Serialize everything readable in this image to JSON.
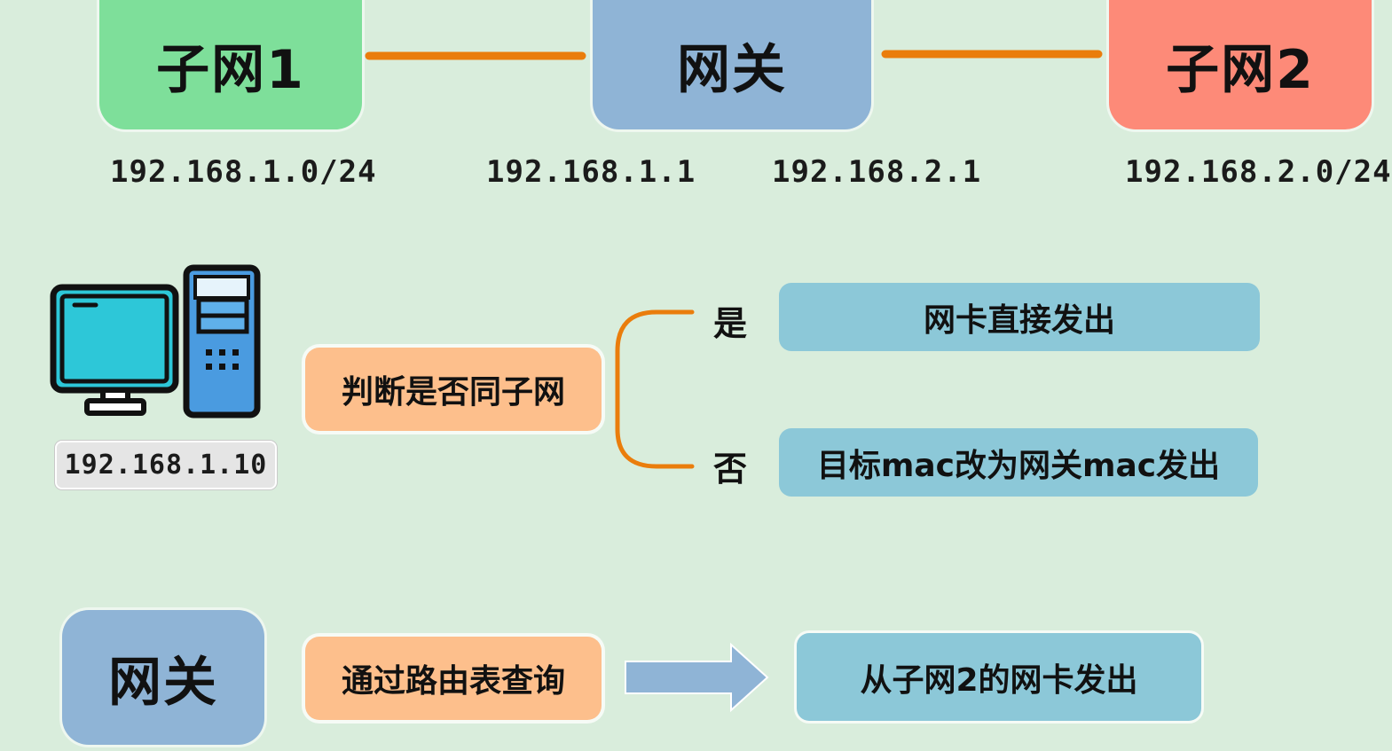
{
  "topology": {
    "subnet1": {
      "label": "子网1",
      "ip": "192.168.1.0/24",
      "color": "#7edf9a"
    },
    "gateway": {
      "label": "网关",
      "ip_left": "192.168.1.1",
      "ip_right": "192.168.2.1",
      "color": "#8fb4d6"
    },
    "subnet2": {
      "label": "子网2",
      "ip": "192.168.2.0/24",
      "color": "#fd8a78"
    },
    "link_color": "#ea7d0c"
  },
  "host": {
    "ip": "192.168.1.10",
    "icon": "desktop-computer-icon"
  },
  "decision": {
    "question": "判断是否同子网",
    "yes_label": "是",
    "yes_action": "网卡直接发出",
    "no_label": "否",
    "no_action": "目标mac改为网关mac发出"
  },
  "gateway_flow": {
    "node": "网关",
    "step": "通过路由表查询",
    "arrow_icon": "right-arrow-icon",
    "result": "从子网2的网卡发出"
  },
  "colors": {
    "background": "#d9eddc",
    "orange_pill": "#fdbf8c",
    "blue_pill": "#8cc8d8",
    "arrow": "#8fb4d6"
  }
}
